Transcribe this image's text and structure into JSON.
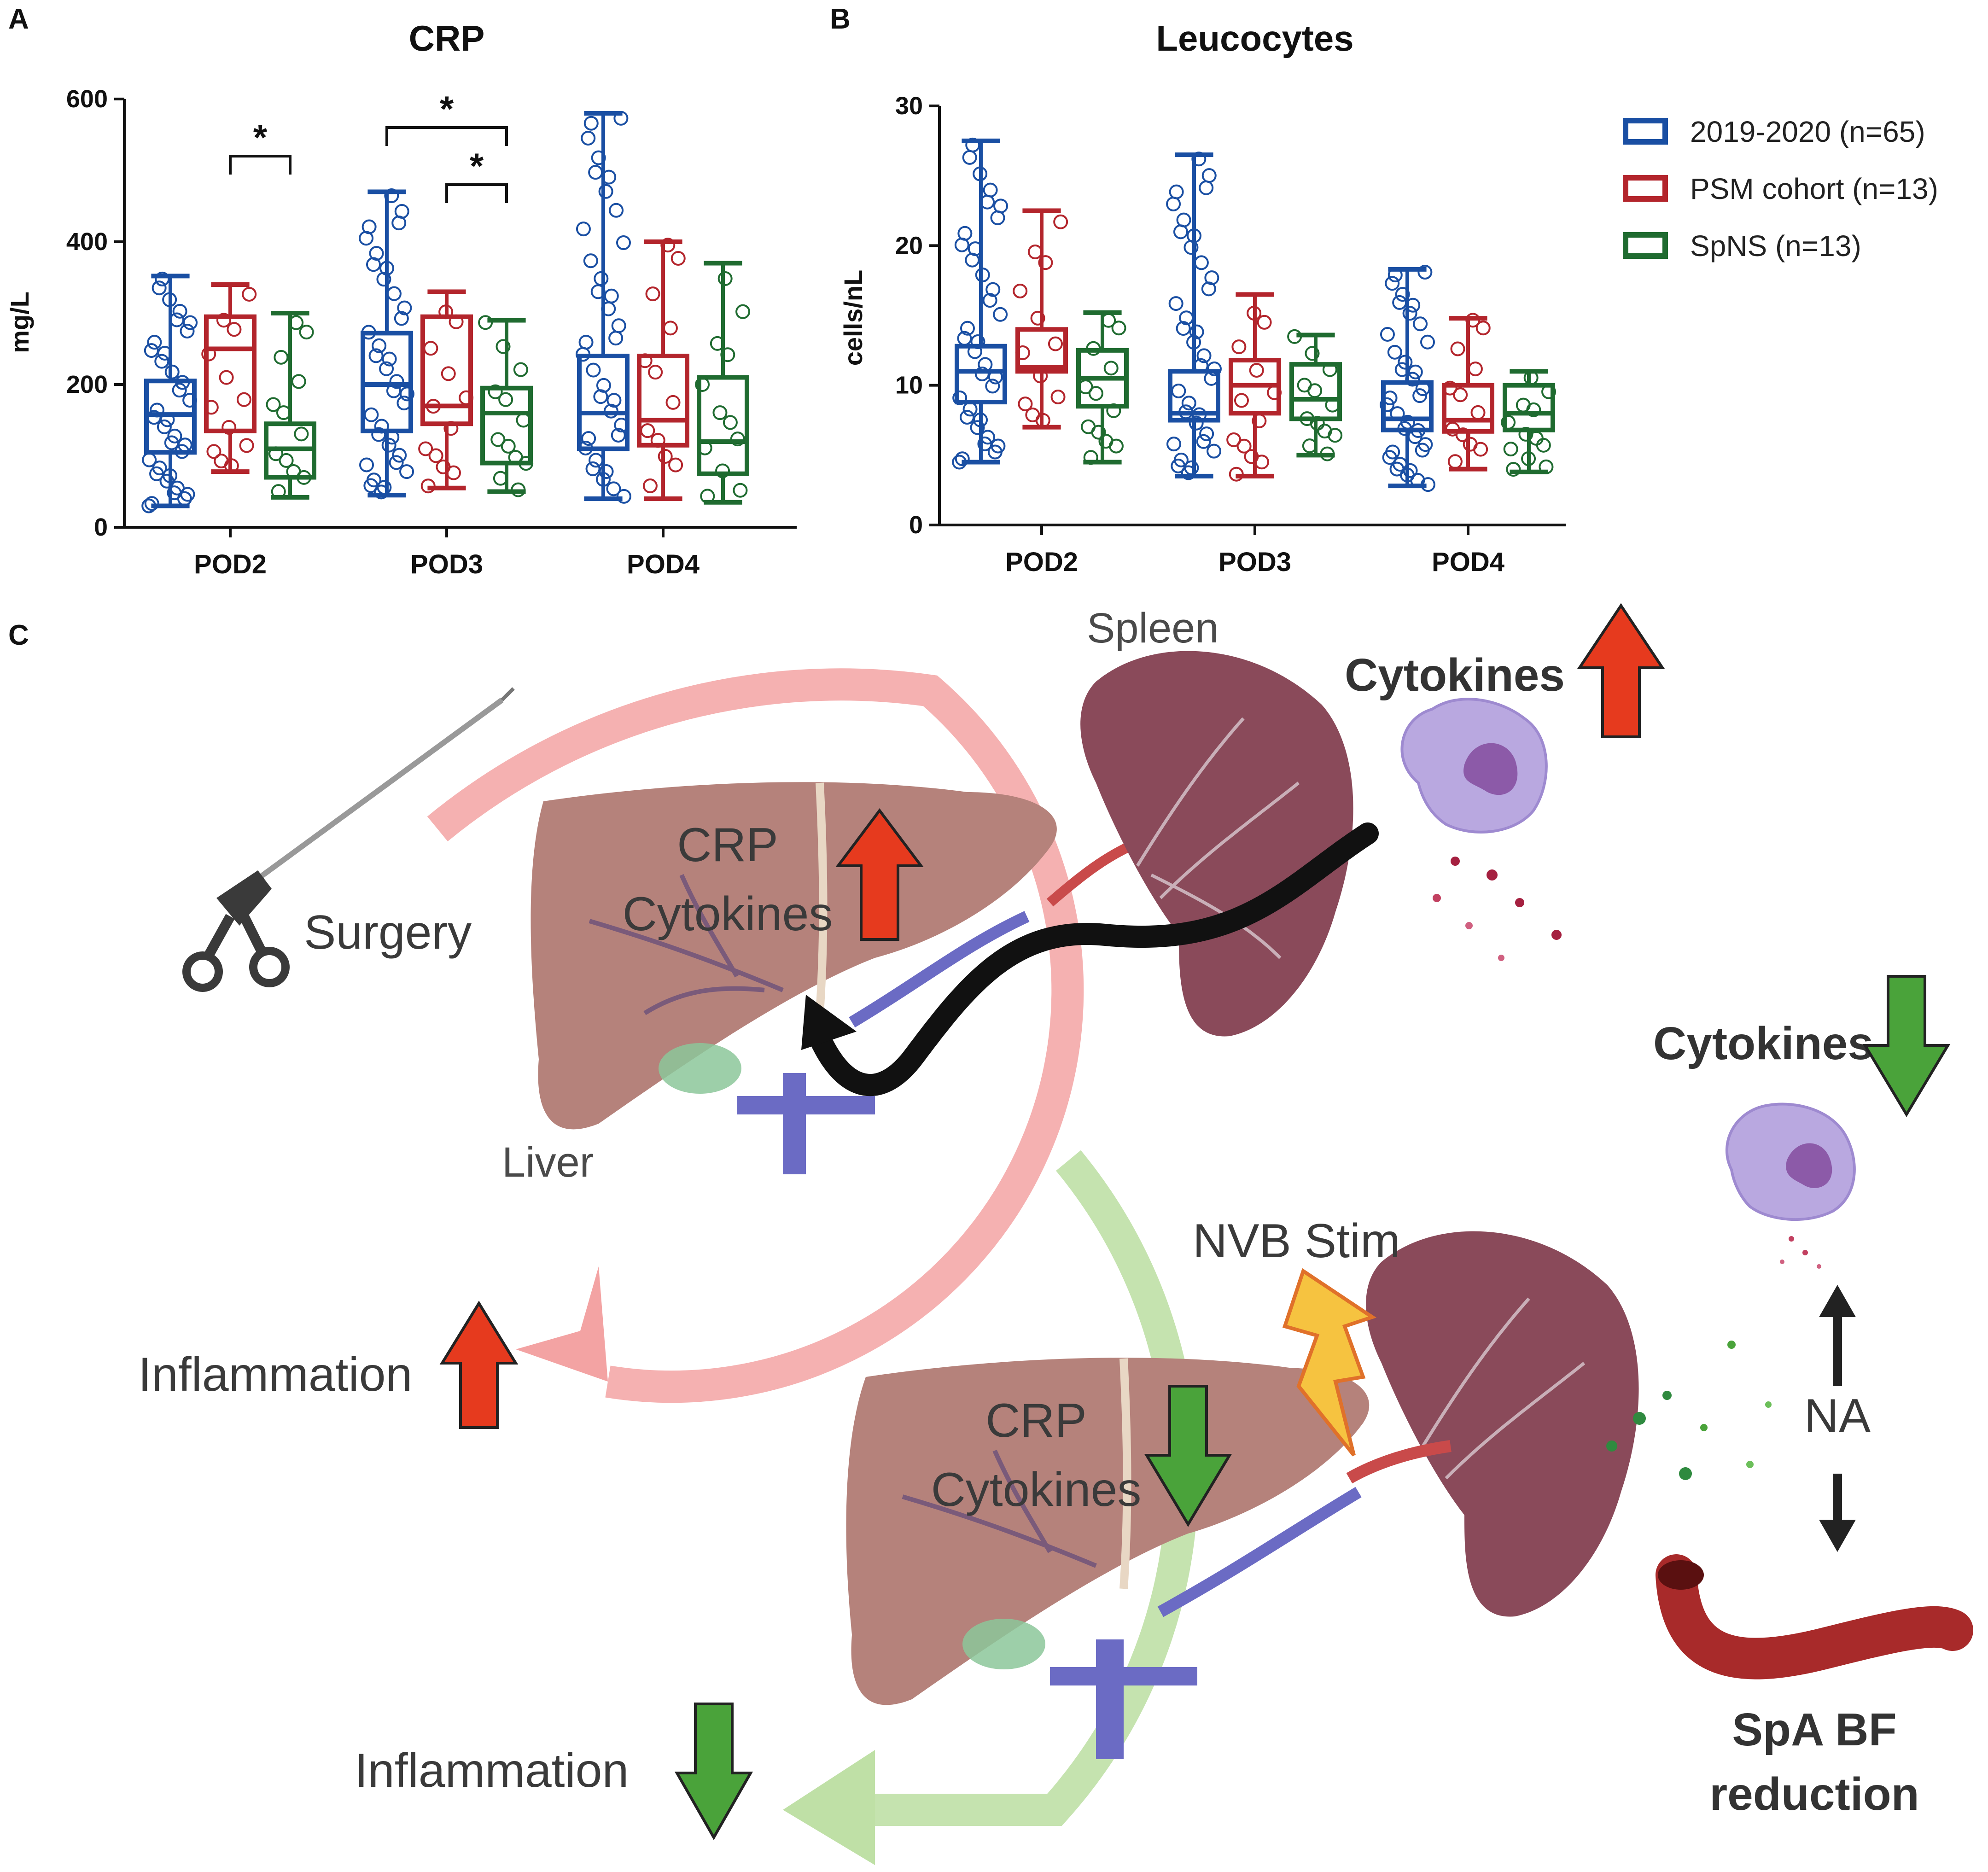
{
  "panel_letters": {
    "a": "A",
    "b": "B",
    "c": "C"
  },
  "chart_data": [
    {
      "type": "box",
      "title": "CRP",
      "ylabel": "mg/L",
      "xlabel": "",
      "ylim": [
        0,
        600
      ],
      "yticks": [
        "0",
        "200",
        "400",
        "600"
      ],
      "categories": [
        "POD2",
        "POD3",
        "POD4"
      ],
      "grid": false,
      "legend": "none",
      "series": [
        {
          "name": "2019-2020 (n=65)",
          "color": "#1a4fa3",
          "boxes": [
            {
              "min": 30,
              "q1": 105,
              "median": 158,
              "q3": 205,
              "max": 352
            },
            {
              "min": 45,
              "q1": 135,
              "median": 200,
              "q3": 272,
              "max": 470
            },
            {
              "min": 40,
              "q1": 110,
              "median": 160,
              "q3": 240,
              "max": 580
            }
          ]
        },
        {
          "name": "PSM cohort (n=13)",
          "color": "#b3252c",
          "boxes": [
            {
              "min": 78,
              "q1": 135,
              "median": 250,
              "q3": 295,
              "max": 340
            },
            {
              "min": 55,
              "q1": 145,
              "median": 170,
              "q3": 295,
              "max": 330
            },
            {
              "min": 40,
              "q1": 115,
              "median": 150,
              "q3": 240,
              "max": 400
            }
          ]
        },
        {
          "name": "SpNS (n=13)",
          "color": "#1f6b30",
          "boxes": [
            {
              "min": 42,
              "q1": 70,
              "median": 110,
              "q3": 145,
              "max": 300
            },
            {
              "min": 50,
              "q1": 90,
              "median": 160,
              "q3": 195,
              "max": 290
            },
            {
              "min": 35,
              "q1": 75,
              "median": 120,
              "q3": 210,
              "max": 370
            }
          ]
        }
      ],
      "annotations": [
        {
          "text": "*",
          "from_category": "POD2",
          "from_series": 1,
          "to_category": "POD2",
          "to_series": 2,
          "level": 520
        },
        {
          "text": "*",
          "from_category": "POD3",
          "from_series": 0,
          "to_category": "POD3",
          "to_series": 2,
          "level": 560
        },
        {
          "text": "*",
          "from_category": "POD3",
          "from_series": 1,
          "to_category": "POD3",
          "to_series": 2,
          "level": 480
        }
      ]
    },
    {
      "type": "box",
      "title": "Leucocytes",
      "ylabel": "cells/nL",
      "xlabel": "",
      "ylim": [
        0,
        30
      ],
      "yticks": [
        "0",
        "10",
        "20",
        "30"
      ],
      "categories": [
        "POD2",
        "POD3",
        "POD4"
      ],
      "grid": false,
      "legend": "right",
      "series": [
        {
          "name": "2019-2020 (n=65)",
          "color": "#1a4fa3",
          "boxes": [
            {
              "min": 4.5,
              "q1": 8.8,
              "median": 11.0,
              "q3": 12.8,
              "max": 27.5
            },
            {
              "min": 3.5,
              "q1": 7.5,
              "median": 8.0,
              "q3": 11.0,
              "max": 26.5
            },
            {
              "min": 2.8,
              "q1": 6.8,
              "median": 7.6,
              "q3": 10.2,
              "max": 18.3
            }
          ]
        },
        {
          "name": "PSM cohort (n=13)",
          "color": "#b3252c",
          "boxes": [
            {
              "min": 7.0,
              "q1": 11.0,
              "median": 11.3,
              "q3": 14.0,
              "max": 22.5
            },
            {
              "min": 3.5,
              "q1": 8.0,
              "median": 10.0,
              "q3": 11.8,
              "max": 16.5
            },
            {
              "min": 4.0,
              "q1": 6.7,
              "median": 7.5,
              "q3": 10.0,
              "max": 14.8
            }
          ]
        },
        {
          "name": "SpNS (n=13)",
          "color": "#1f6b30",
          "boxes": [
            {
              "min": 4.5,
              "q1": 8.5,
              "median": 10.5,
              "q3": 12.5,
              "max": 15.2
            },
            {
              "min": 5.0,
              "q1": 7.6,
              "median": 9.0,
              "q3": 11.5,
              "max": 13.6
            },
            {
              "min": 3.8,
              "q1": 6.8,
              "median": 8.0,
              "q3": 10.0,
              "max": 11.0
            }
          ]
        }
      ]
    }
  ],
  "legend": {
    "items": [
      {
        "label": "2019-2020 (n=65)",
        "color": "#1a4fa3"
      },
      {
        "label": "PSM cohort (n=13)",
        "color": "#b3252c"
      },
      {
        "label": "SpNS (n=13)",
        "color": "#1f6b30"
      }
    ]
  },
  "diagram": {
    "spleen": "Spleen",
    "liver": "Liver",
    "surgery": "Surgery",
    "cytokines_top": "Cytokines",
    "crp_top": "CRP",
    "cytokines_liver_top": "Cytokines",
    "inflammation_top": "Inflammation",
    "cytokines_right": "Cytokines",
    "nvb_stim": "NVB Stim",
    "crp_bottom": "CRP",
    "cytokines_liver_bottom": "Cytokines",
    "na": "NA",
    "spa_bf_line1": "SpA BF",
    "spa_bf_line2": "reduction",
    "inflammation_bottom": "Inflammation",
    "colors": {
      "up_arrow": "#e63a1e",
      "down_arrow": "#4aa33a",
      "liver": "#b5827b",
      "spleen": "#8a4a5a",
      "red_cycle": "#f3a3a3",
      "green_cycle": "#bfe0a6"
    }
  }
}
